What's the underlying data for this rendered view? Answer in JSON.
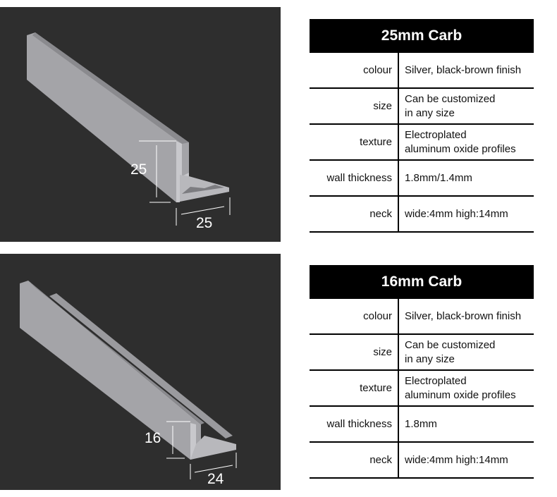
{
  "products": [
    {
      "title": "25mm  Carb",
      "dim_height": "25",
      "dim_width": "25",
      "rows": [
        {
          "label": "colour",
          "value": "Silver, black-brown finish"
        },
        {
          "label": "size",
          "value": "Can be customized\nin any size"
        },
        {
          "label": "texture",
          "value": "Electroplated\naluminum oxide profiles"
        },
        {
          "label": "wall thickness",
          "value": "1.8mm/1.4mm"
        },
        {
          "label": "neck",
          "value": "wide:4mm  high:14mm"
        }
      ]
    },
    {
      "title": "16mm  Carb",
      "dim_height": "16",
      "dim_width": "24",
      "rows": [
        {
          "label": "colour",
          "value": "Silver, black-brown finish"
        },
        {
          "label": "size",
          "value": "Can be customized\nin any size"
        },
        {
          "label": "texture",
          "value": "Electroplated\naluminum oxide profiles"
        },
        {
          "label": "wall thickness",
          "value": "1.8mm"
        },
        {
          "label": "neck",
          "value": "wide:4mm  high:14mm"
        }
      ]
    }
  ]
}
